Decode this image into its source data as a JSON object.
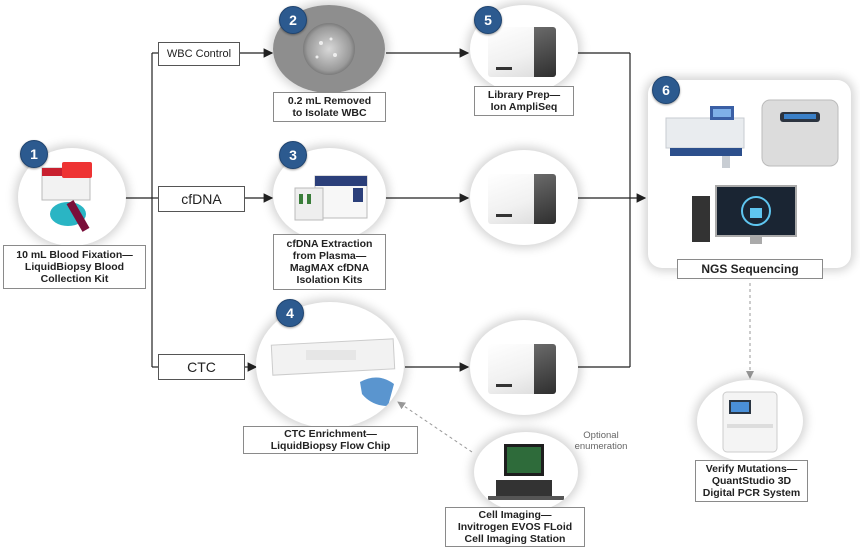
{
  "steps": {
    "s1": {
      "number": "1",
      "label": "10 mL Blood Fixation—\nLiquidBiopsy Blood\nCollection Kit"
    },
    "s2": {
      "number": "2",
      "label": "0.2 mL Removed\nto Isolate WBC"
    },
    "s3": {
      "number": "3",
      "label": "cfDNA Extraction\nfrom Plasma—\nMagMAX cfDNA\nIsolation Kits"
    },
    "s4": {
      "number": "4",
      "label": "CTC Enrichment—\nLiquidBiopsy Flow Chip"
    },
    "s5": {
      "number": "5",
      "label": "Library Prep—\nIon AmpliSeq"
    },
    "s6": {
      "number": "6",
      "label": "NGS Sequencing"
    }
  },
  "branches": {
    "wbc": "WBC Control",
    "cfdna": "cfDNA",
    "ctc": "CTC"
  },
  "imaging": {
    "label": "Cell Imaging—\nInvitrogen EVOS FLoid\nCell Imaging Station",
    "note": "Optional\nenumeration"
  },
  "verify": {
    "label": "Verify Mutations—\nQuantStudio 3D\nDigital PCR System"
  },
  "colors": {
    "badge": "#2c5a8f",
    "arrow": "#222222",
    "dashed": "#999999"
  },
  "icons": [
    "cell-icon",
    "kit-box-icon",
    "flow-chip-icon",
    "ion-chef-icon",
    "sequencer-icon",
    "monitor-icon",
    "microscope-icon",
    "pcr-instrument-icon",
    "blood-tube-icon"
  ]
}
